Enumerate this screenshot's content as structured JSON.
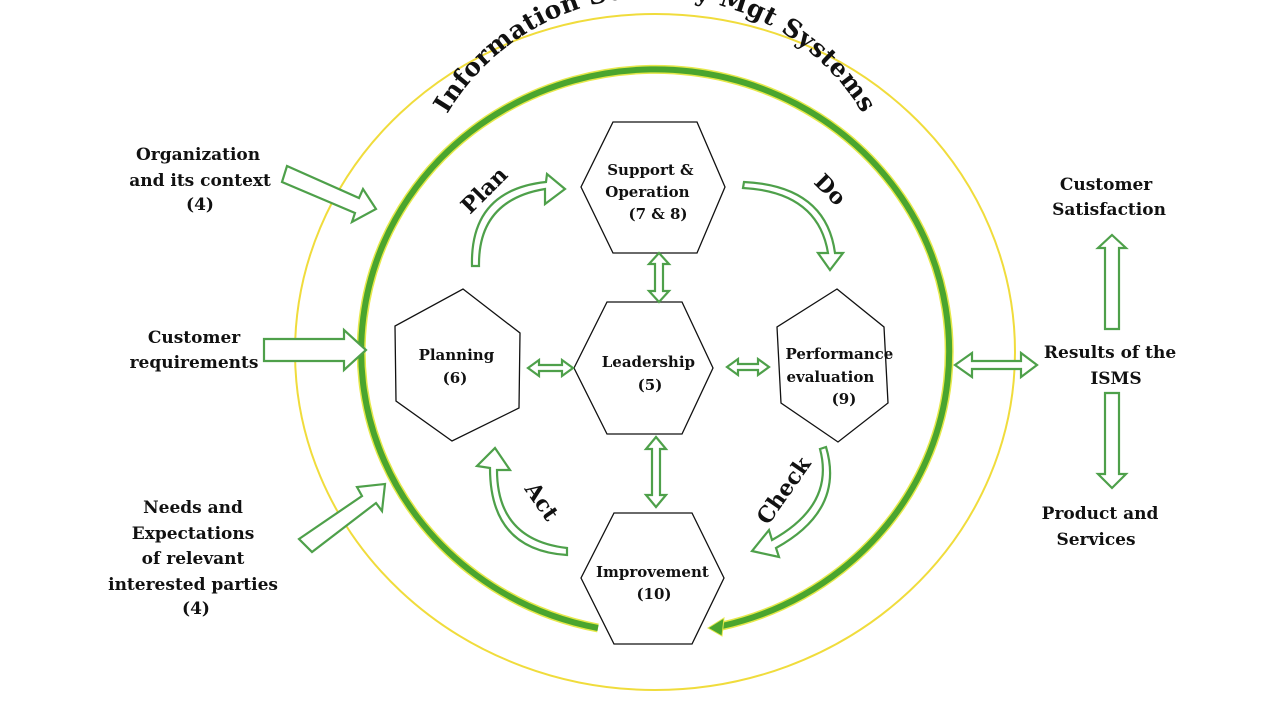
{
  "title": "Information Security Mgt Systems",
  "colors": {
    "outer_ring": "#f0dc3c",
    "inner_ring": "#4aa52e",
    "inner_ring_glow": "#e6e84a",
    "arrow_outline": "#4ea04a",
    "hexagon_stroke": "#111111",
    "text": "#111111"
  },
  "inputs": [
    {
      "lines": [
        "Organization",
        "and its context",
        "(4)"
      ]
    },
    {
      "lines": [
        "Customer",
        "requirements"
      ]
    },
    {
      "lines": [
        "Needs and",
        "Expectations",
        "of relevant",
        "interested parties",
        "(4)"
      ]
    }
  ],
  "hexagons": {
    "support": {
      "lines": [
        "Support &",
        "Operation",
        "(7 & 8)"
      ]
    },
    "planning": {
      "lines": [
        "Planning",
        "(6)"
      ]
    },
    "leadership": {
      "lines": [
        "Leadership",
        "(5)"
      ]
    },
    "performance": {
      "lines": [
        "Performance",
        "evaluation",
        "(9)"
      ]
    },
    "improvement": {
      "lines": [
        "Improvement",
        "(10)"
      ]
    }
  },
  "cycle": {
    "plan": "Plan",
    "do": "Do",
    "check": "Check",
    "act": "Act"
  },
  "outputs": {
    "results": {
      "lines": [
        "Results of the",
        "ISMS"
      ]
    },
    "satisfaction": {
      "lines": [
        "Customer",
        "Satisfaction"
      ]
    },
    "products": {
      "lines": [
        "Product and",
        "Services"
      ]
    }
  }
}
